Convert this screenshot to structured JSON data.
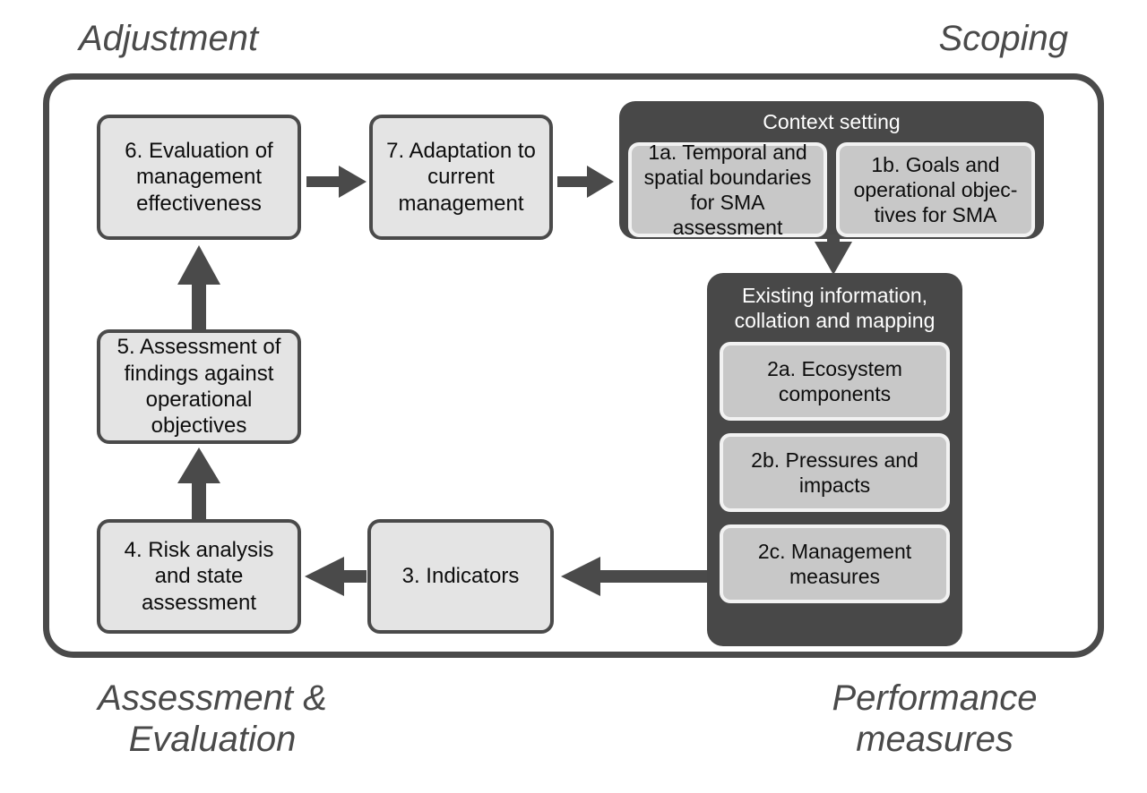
{
  "corners": {
    "top_left": "Adjustment",
    "top_right": "Scoping",
    "bottom_left": "Assessment &\nEvaluation",
    "bottom_right": "Performance\nmeasures"
  },
  "steps": [
    {
      "id": "6",
      "label": "6. Evaluation of\nmanagement\neffectiveness"
    },
    {
      "id": "7",
      "label": "7. Adaptation to\ncurrent\nmanagement"
    },
    {
      "id": "5",
      "label": "5. Assessment of\nfindings against\noperational\nobjectives"
    },
    {
      "id": "4",
      "label": "4. Risk analysis\nand state\nassessment"
    },
    {
      "id": "3",
      "label": "3. Indicators"
    }
  ],
  "groups": [
    {
      "id": "context",
      "title": "Context setting",
      "items": [
        {
          "id": "1a",
          "label": "1a. Temporal and\nspatial boundaries\nfor SMA assessment"
        },
        {
          "id": "1b",
          "label": "1b. Goals and\noperational objec-\ntives for SMA"
        }
      ]
    },
    {
      "id": "existing",
      "title": "Existing information,\ncollation and mapping",
      "items": [
        {
          "id": "2a",
          "label": "2a. Ecosystem\ncomponents"
        },
        {
          "id": "2b",
          "label": "2b. Pressures and\nimpacts"
        },
        {
          "id": "2c",
          "label": "2c. Management\nmeasures"
        }
      ]
    }
  ],
  "arrows": [
    {
      "id": "6-to-7",
      "direction": "right"
    },
    {
      "id": "7-to-context",
      "direction": "right"
    },
    {
      "id": "context-to-existing",
      "direction": "down"
    },
    {
      "id": "existing-to-3",
      "direction": "left"
    },
    {
      "id": "3-to-4",
      "direction": "left"
    },
    {
      "id": "4-to-5",
      "direction": "up"
    },
    {
      "id": "5-to-6",
      "direction": "up"
    }
  ],
  "colors": {
    "outline": "#4a4a4a",
    "panel_fill": "#484848",
    "step_fill": "#e4e4e4",
    "sub_fill": "#c8c8c8",
    "sub_border": "#f2f2f2",
    "text": "#0d0d0d",
    "caption": "#4a4a4a",
    "background": "#ffffff"
  }
}
